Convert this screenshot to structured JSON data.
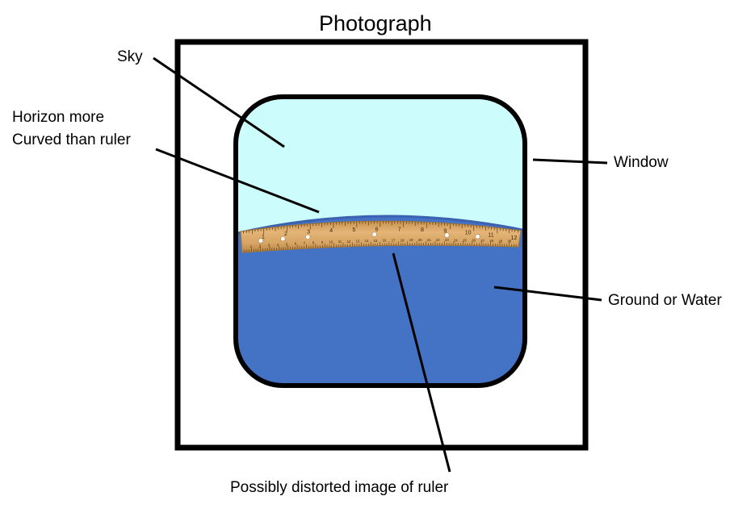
{
  "title": "Photograph",
  "labels": {
    "sky": "Sky",
    "horizon_line1": "Horizon more",
    "horizon_line2": "Curved than ruler",
    "window": "Window",
    "ground": "Ground or Water",
    "ruler_caption": "Possibly distorted image of ruler"
  },
  "ruler": {
    "top_numbers": [
      "1",
      "2",
      "3",
      "4",
      "5",
      "6",
      "7",
      "8",
      "9",
      "10",
      "11",
      "12"
    ],
    "bottom_numbers": [
      "1",
      "2",
      "3",
      "4",
      "5",
      "6",
      "7",
      "8",
      "9",
      "10",
      "11",
      "12",
      "13",
      "14",
      "15",
      "16",
      "17",
      "18",
      "19",
      "20",
      "21",
      "22",
      "23",
      "24",
      "25",
      "26",
      "27",
      "28",
      "29",
      "30"
    ]
  },
  "colors": {
    "sky": "#ccfcfc",
    "ground": "#4472c4",
    "horizon": "#3b62b0",
    "ruler_wood": "#d9a866",
    "ruler_edge": "#a77a3e",
    "outline": "#000000"
  }
}
